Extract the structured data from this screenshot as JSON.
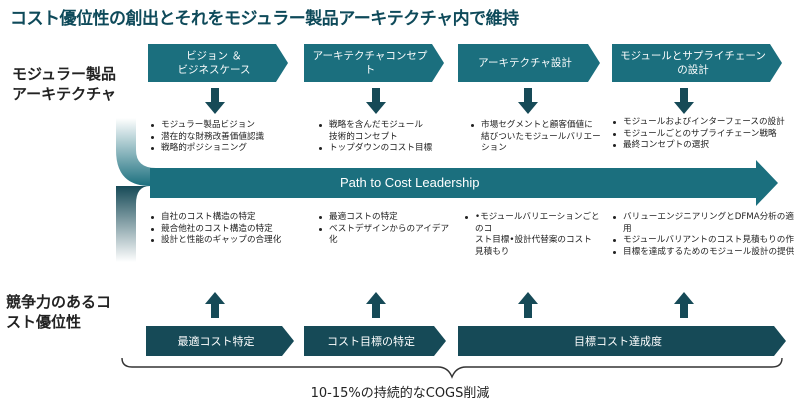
{
  "title": "コスト優位性の創出とそれをモジュラー製品アーキテクチャ内で維持",
  "row_labels": {
    "modular": "モジュラー製品\nアーキテクチャ",
    "competitive": "競争力のあるコ\nスト優位性"
  },
  "phases": [
    {
      "label": "ビジョン ＆\nビジネスケース",
      "bullets": [
        "モジュラー製品ビジョン",
        "潜在的な財務改善価値認識",
        "戦略的ポジショニング"
      ]
    },
    {
      "label": "アーキテクチャコンセプト",
      "bullets": [
        "戦略を含んだモジュール\n技術的コンセプト",
        "トップダウンのコスト目標"
      ]
    },
    {
      "label": "アーキテクチャ設計",
      "bullets": [
        "市場セグメントと顧客価値に\n結びついたモジュールバリエー\nション"
      ]
    },
    {
      "label": "モジュールとサプライチェーン\nの設計",
      "bullets": [
        "モジュールおよびインターフェースの設計",
        "モジュールごとのサプライチェーン戦略",
        "最終コンセプトの選択"
      ]
    }
  ],
  "path_label": "Path to Cost  Leadership",
  "lower_bullets": [
    [
      "自社のコスト構造の特定",
      "競合他社のコスト構造の特定",
      "設計と性能のギャップの合理化"
    ],
    [
      "最適コストの特定",
      "ベストデザインからのアイデア\n化"
    ],
    [
      "•モジュールバリエーションごとのコ\nスト目標•設計代替案のコスト\n見積もり"
    ],
    [
      "バリューエンジニアリングとDFMA分析の適用",
      "モジュールバリアントのコスト見積もりの作",
      "目標を達成するためのモジュール設計の提供"
    ]
  ],
  "bottom_phases": [
    "最適コスト特定",
    "コスト目標の特定",
    "目標コスト達成度"
  ],
  "footer": "10-15%の持続的なCOGS削減",
  "colors": {
    "teal": "#1b6f7e",
    "dark_teal": "#164a57",
    "title": "#0e4a5a"
  }
}
